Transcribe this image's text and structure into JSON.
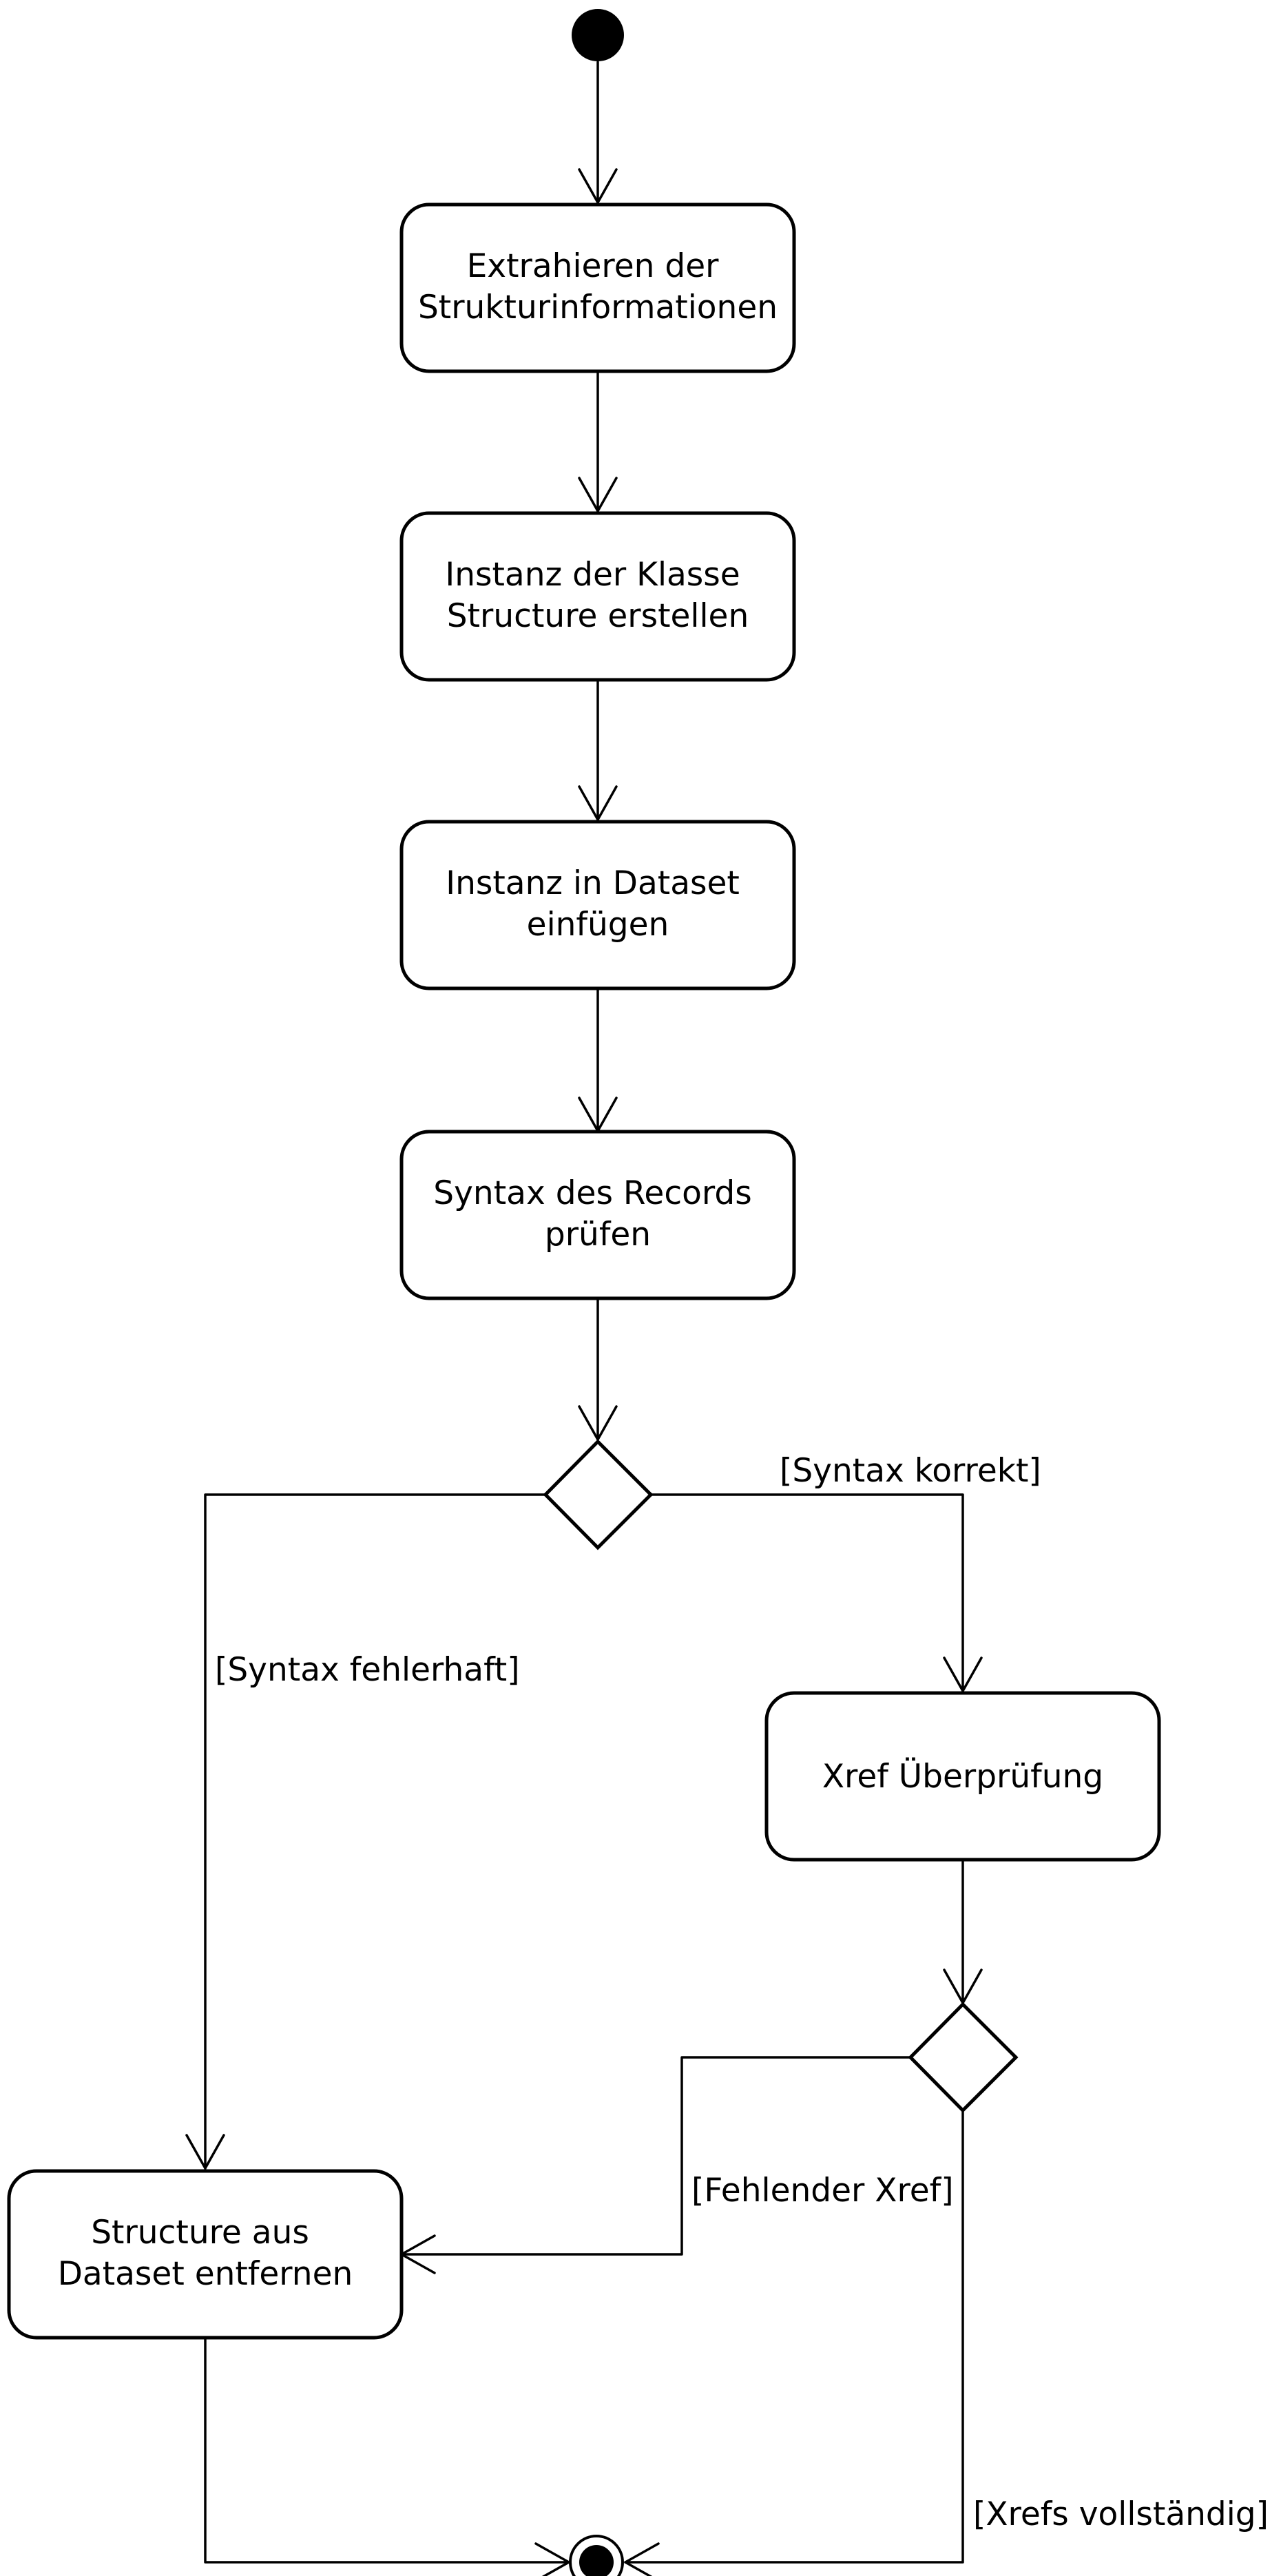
{
  "nodes": {
    "extract": {
      "lines": [
        "Extrahieren der",
        "Strukturinformationen"
      ]
    },
    "create_instance": {
      "lines": [
        "Instanz der Klasse",
        "Structure erstellen"
      ]
    },
    "insert_instance": {
      "lines": [
        "Instanz in Dataset",
        "einfügen"
      ]
    },
    "check_syntax": {
      "lines": [
        "Syntax des Records",
        "prüfen"
      ]
    },
    "xref_check": {
      "lines": [
        "Xref Überprüfung"
      ]
    },
    "remove_structure": {
      "lines": [
        "Structure aus",
        "Dataset entfernen"
      ]
    }
  },
  "guards": {
    "syntax_correct": "[Syntax korrekt]",
    "syntax_faulty": "[Syntax fehlerhaft]",
    "missing_xref": "[Fehlender Xref]",
    "xrefs_complete": "[Xrefs vollständig]"
  }
}
